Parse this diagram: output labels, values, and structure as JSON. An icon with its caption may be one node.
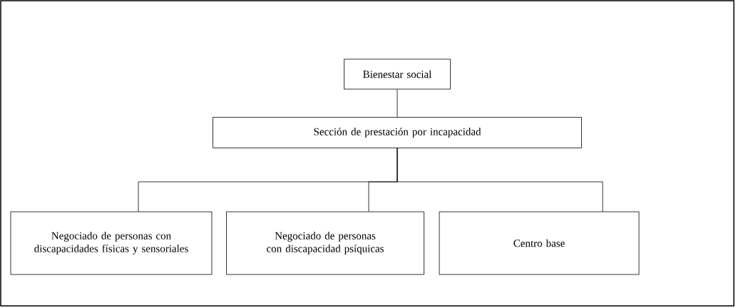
{
  "diagram": {
    "nodes": [
      {
        "text": [
          "Bienestar social"
        ]
      },
      {
        "text": [
          "Sección de prestación por incapacidad"
        ]
      },
      {
        "text": [
          "Negociado de personas con discapacidades físicas y sensoriales"
        ]
      },
      {
        "text": [
          "Negociado de personas con discapacidad psíquicas"
        ]
      },
      {
        "text": [
          "Centro base"
        ]
      }
    ],
    "edges": [
      {
        "from": 0,
        "to": 1,
        "arrow": "none"
      },
      {
        "from": 1,
        "to": 2,
        "arrow": "none"
      },
      {
        "from": 1,
        "to": 3,
        "arrow": "none"
      },
      {
        "from": 1,
        "to": 4,
        "arrow": "none"
      }
    ]
  }
}
